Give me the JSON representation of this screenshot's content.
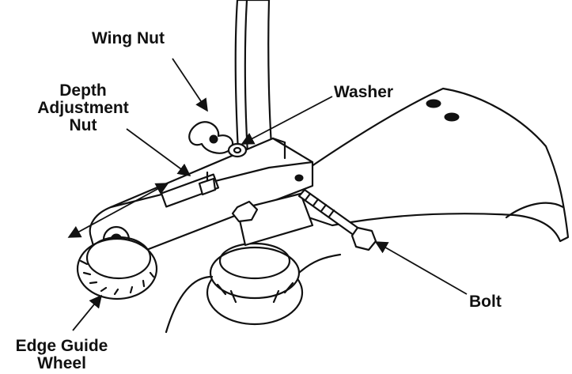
{
  "labels": {
    "wing_nut": "Wing Nut",
    "depth_line1": "Depth",
    "depth_line2": "Adjustment",
    "depth_line3": "Nut",
    "washer": "Washer",
    "bolt": "Bolt",
    "edge_line1": "Edge Guide",
    "edge_line2": "Wheel"
  }
}
